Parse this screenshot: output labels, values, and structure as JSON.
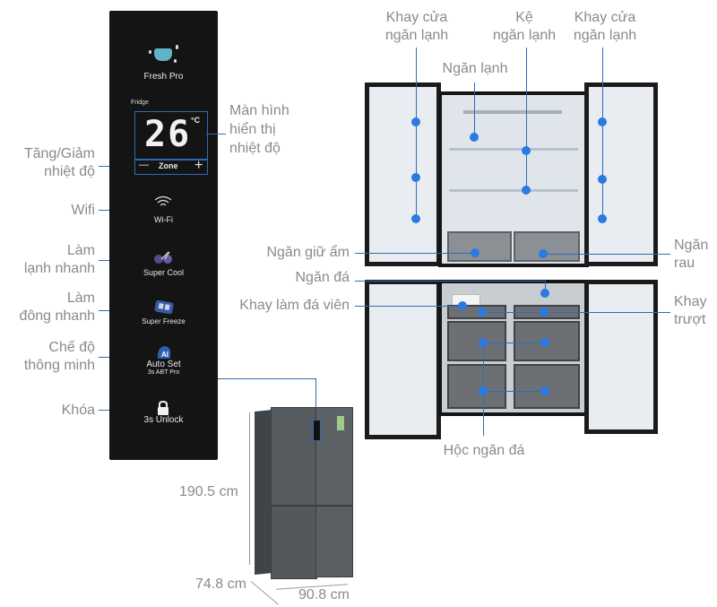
{
  "panel": {
    "fresh_pro": "Fresh Pro",
    "fridge": "Fridge",
    "temperature": "26",
    "unit": "°C",
    "zone_minus": "—",
    "zone": "Zone",
    "zone_plus": "+",
    "wifi": "Wi-Fi",
    "super_cool": "Super Cool",
    "super_freeze": "Super Freeze",
    "auto_set": "Auto Set",
    "auto_set_sub": "3s ABT Pro",
    "unlock": "3s Unlock"
  },
  "left_labels": {
    "temp_adjust_1": "Tăng/Giảm",
    "temp_adjust_2": "nhiệt độ",
    "wifi": "Wifi",
    "fast_cool_1": "Làm",
    "fast_cool_2": "lạnh nhanh",
    "fast_freeze_1": "Làm",
    "fast_freeze_2": "đông nhanh",
    "smart_1": "Chế độ",
    "smart_2": "thông minh",
    "lock": "Khóa"
  },
  "display_label": [
    "Màn hình",
    "hiển thị",
    "nhiệt độ"
  ],
  "fridge_labels": {
    "door_tray_left": [
      "Khay cửa",
      "ngăn lạnh"
    ],
    "shelf": [
      "Kệ",
      "ngăn lạnh"
    ],
    "door_tray_right": [
      "Khay cửa",
      "ngăn lạnh"
    ],
    "fridge_compartment": "Ngăn lạnh",
    "humidity_drawer": "Ngăn giữ ẩm",
    "veg_drawer": [
      "Ngăn",
      "rau"
    ],
    "freezer": "Ngăn đá",
    "ice_tray": "Khay làm đá viên",
    "slide_tray": [
      "Khay",
      "trượt"
    ],
    "freezer_bins": "Hộc ngăn đá"
  },
  "dimensions": {
    "height": "190.5 cm",
    "depth": "74.8 cm",
    "width": "90.8 cm"
  },
  "colors": {
    "accent_line": "#2f6bb5",
    "dot": "#2a7ae2",
    "label_text": "#8a8a8a",
    "panel_bg": "#141414"
  }
}
